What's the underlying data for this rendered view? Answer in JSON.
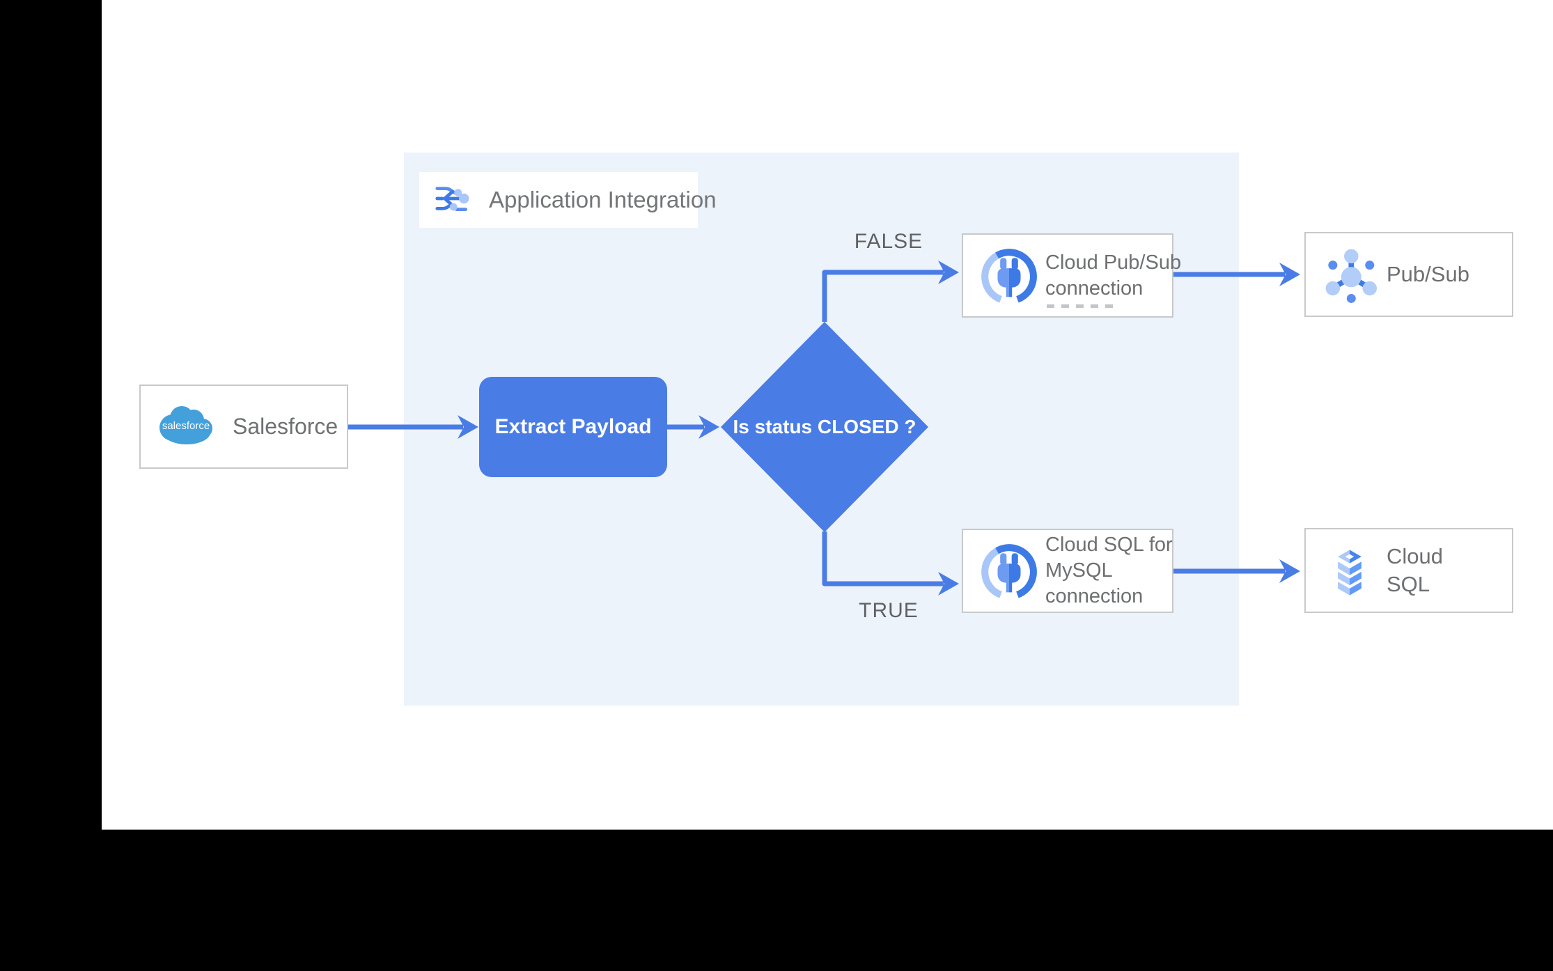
{
  "diagram_title": "Application Integration",
  "colors": {
    "accent_blue": "#4a7ce5",
    "panel_light_blue": "#edf3fb",
    "node_border_gray": "#c7c9cb",
    "node_text_gray": "#6d6f71",
    "branch_label_gray": "#5f6163",
    "salesforce_blue": "#43a0db",
    "icon_light_blue": "#aecbfa",
    "icon_mid_blue": "#5b8df0",
    "icon_dark_blue": "#3d7ae5"
  },
  "nodes": {
    "salesforce": {
      "label": "Salesforce",
      "logo_text": "salesforce"
    },
    "extract_payload": {
      "label": "Extract Payload"
    },
    "decision": {
      "label": "Is status CLOSED ?"
    },
    "pubsub_connection": {
      "line1": "Cloud Pub/Sub",
      "line2": "connection"
    },
    "pubsub": {
      "label": "Pub/Sub"
    },
    "cloudsql_connection": {
      "line1": "Cloud SQL for",
      "line2": "MySQL",
      "line3": "connection"
    },
    "cloudsql": {
      "line1": "Cloud",
      "line2": "SQL"
    }
  },
  "edges": {
    "false_label": "FALSE",
    "true_label": "TRUE"
  }
}
